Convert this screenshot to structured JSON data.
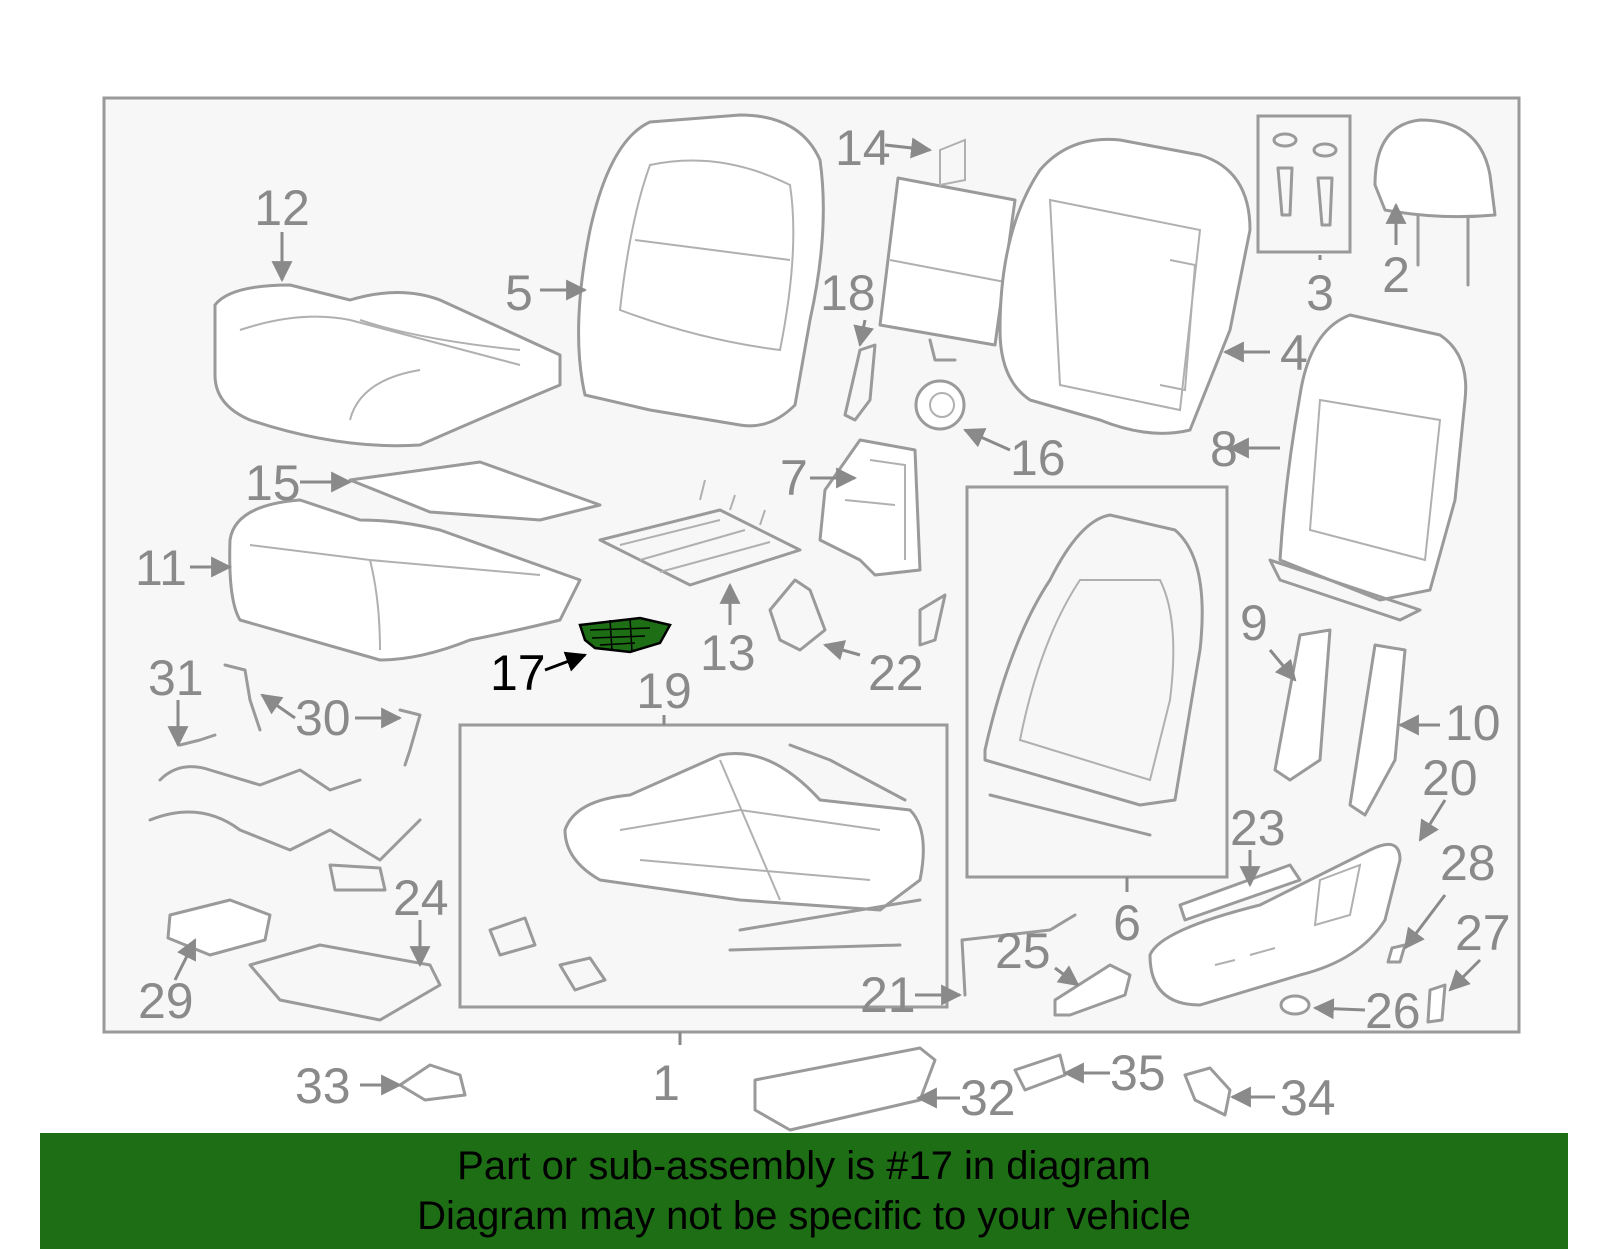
{
  "diagram": {
    "highlighted_part": "17",
    "highlight_color": "#1d6e14",
    "frame_background": "#f7f7f7",
    "callouts": [
      "1",
      "2",
      "3",
      "4",
      "5",
      "6",
      "7",
      "8",
      "9",
      "10",
      "11",
      "12",
      "13",
      "14",
      "15",
      "16",
      "17",
      "18",
      "19",
      "20",
      "21",
      "22",
      "23",
      "24",
      "25",
      "26",
      "27",
      "28",
      "29",
      "30",
      "31",
      "32",
      "33",
      "34",
      "35"
    ]
  },
  "banner": {
    "line1": "Part or sub-assembly is #17 in diagram",
    "line2": "Diagram may not be specific to your vehicle",
    "background": "#1d6e14"
  }
}
